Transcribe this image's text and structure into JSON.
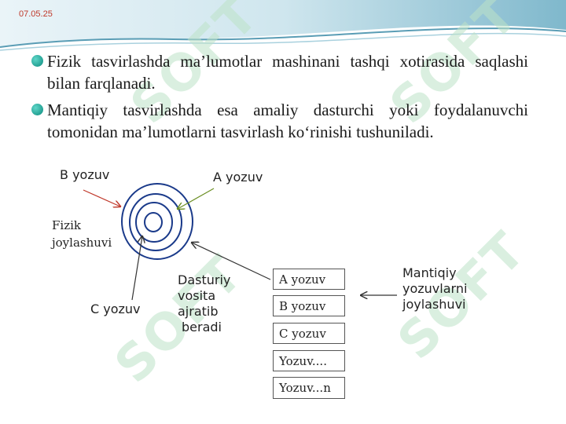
{
  "header": {
    "date": "07.05.25"
  },
  "bullets": [
    "Fizik tasvirlashda ma’lumotlar mashinani tashqi xotirasida saqlashi bilan farqlanadi.",
    "Mantiqiy tasvirlashda esa amaliy dasturchi yoki foydalanuvchi tomonidan ma’lumotlarni tasvirlash ko‘rinishi tushuniladi."
  ],
  "diagram": {
    "b_label": "B yozuv",
    "a_label": "A yozuv",
    "c_label": "C yozuv",
    "fizik_line1": "Fizik",
    "fizik_line2": "joylashuvi",
    "dasturiy_line1": "Dasturiy",
    "dasturiy_line2": "vosita",
    "dasturiy_line3": "ajratib",
    "dasturiy_line4": "beradi",
    "mantiqiy_line1": "Mantiqiy",
    "mantiqiy_line2": "yozuvlarni",
    "mantiqiy_line3": "joylashuvi",
    "boxes": [
      "A yozuv",
      "B yozuv",
      "C yozuv",
      "Yozuv....",
      "Yozuv...n"
    ]
  },
  "watermark": {
    "text": "SOFT"
  },
  "colors": {
    "accent_teal": "#0b8a7d",
    "ring_blue": "#1a3a8a",
    "arrow_red": "#c0392b",
    "arrow_green": "#6b8e23",
    "date_red": "#c0392b"
  }
}
